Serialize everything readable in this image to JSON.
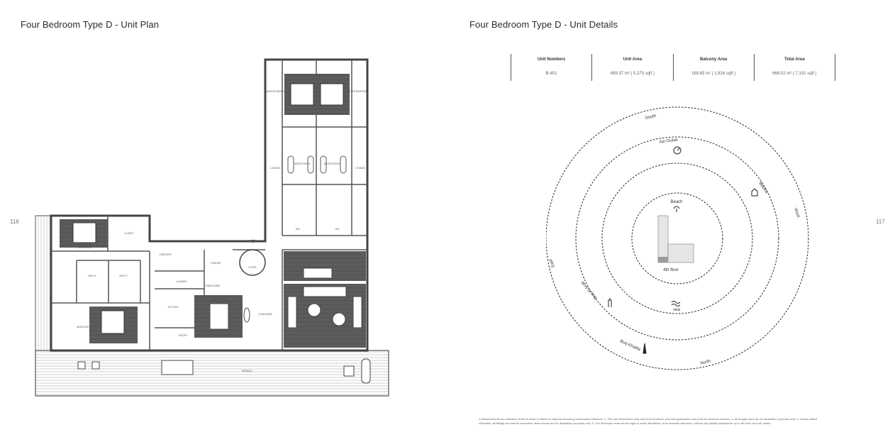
{
  "left_page": {
    "title": "Four Bedroom Type D - Unit Plan",
    "page_number": "116",
    "plan_labels": {
      "bedroom2": "BEDROOM 2",
      "bedroom3": "BEDROOM 3",
      "closet": "CLOSET",
      "corridor": "CORRIDOR",
      "bath1": "BATH 1",
      "bath2": "BATH 2",
      "laundry": "LAUNDRY",
      "kitchen": "KITCHEN",
      "pantry": "PANTRY",
      "powder": "POWDER",
      "foyer": "FOYER",
      "dining": "DINING AREA",
      "living": "LIVING AREA",
      "master_bed_left": "MASTER BEDROOM",
      "master_bed_right": "MASTER BEDROOM",
      "bath_left": "MASTER BATH",
      "bath_right": "MASTER BATH",
      "wic_left": "WIC",
      "wic_right": "WIC",
      "lounge_left": "LOUNGE",
      "lounge_right": "LOUNGE",
      "terrace": "TERRACE"
    }
  },
  "right_page": {
    "title": "Four Bedroom Type D - Unit Details",
    "page_number": "117",
    "table": {
      "headers": [
        "Unit Numbers",
        "Unit Area",
        "Balcony Area",
        "Total Area"
      ],
      "values": [
        "B-401",
        "499.37 m² ( 5,375 sqft )",
        "168.65 m² ( 1,816 sqft )",
        "668.02 m² ( 7,191 sqft )"
      ]
    },
    "orientation": {
      "south": "South",
      "west": "West",
      "north": "North",
      "east": "East",
      "ain_dubai": "Ain Dubai",
      "marina": "Marina",
      "beach": "Beach",
      "sea": "sea",
      "burj_al_arab": "Burj Al Arab",
      "burj_khalifa": "Burj Khalifa",
      "floor": "4th floor"
    },
    "footnote": "1 Measurements are indicative 'finish to finish' in Metric & Imperial excluding construction tolerance. 2. Plot and dimensions may vary from brochure, and unit types/plans may exist as mirrored versions. 3. All images used are for illustrative purposes only. 4. Unless stated otherwise, all fittings and interior decorative items shown are for illustrative purposes only. 5. The developer reserves the right to make alterations, at its absolute discretion, without any liability whatsoever up to the time 'as built' status."
  },
  "colors": {
    "wall": "#4a4a4a",
    "rug": "#5c5c5c",
    "terrace_line": "#8a8a8a"
  }
}
